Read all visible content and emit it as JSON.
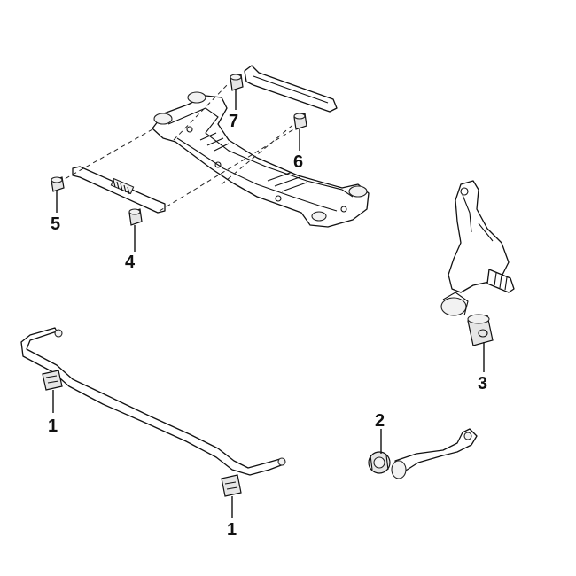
{
  "diagram": {
    "labels": {
      "p1a": "1",
      "p1b": "1",
      "p2": "2",
      "p3": "3",
      "p4": "4",
      "p5": "5",
      "p6": "6",
      "p7": "7"
    }
  }
}
